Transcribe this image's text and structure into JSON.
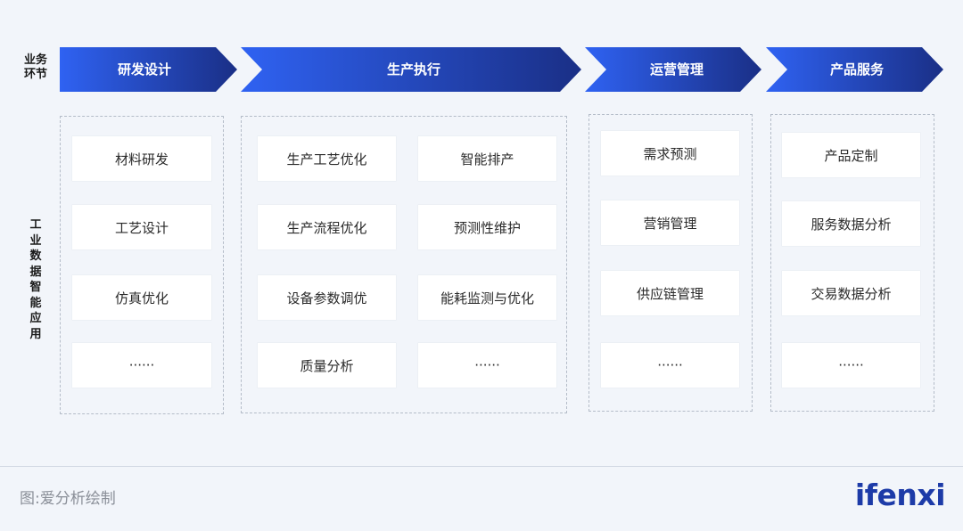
{
  "left_labels": {
    "top_lines": [
      "业务",
      "环节"
    ],
    "side": "工业数据智能应用"
  },
  "stages": [
    {
      "label": "研发设计"
    },
    {
      "label": "生产执行"
    },
    {
      "label": "运营管理"
    },
    {
      "label": "产品服务"
    }
  ],
  "groups": {
    "rnd": [
      "材料研发",
      "工艺设计",
      "仿真优化",
      "······"
    ],
    "production_col1": [
      "生产工艺优化",
      "生产流程优化",
      "设备参数调优",
      "质量分析"
    ],
    "production_col2": [
      "智能排产",
      "预测性维护",
      "能耗监测与优化",
      "······"
    ],
    "operations": [
      "需求预测",
      "营销管理",
      "供应链管理",
      "······"
    ],
    "service": [
      "产品定制",
      "服务数据分析",
      "交易数据分析",
      "······"
    ]
  },
  "colors": {
    "arrow_start": "#2f62f2",
    "arrow_end": "#1a2f86",
    "background": "#f2f5fa"
  },
  "footer": {
    "source": "图:爱分析绘制",
    "logo": "ifenxi"
  }
}
